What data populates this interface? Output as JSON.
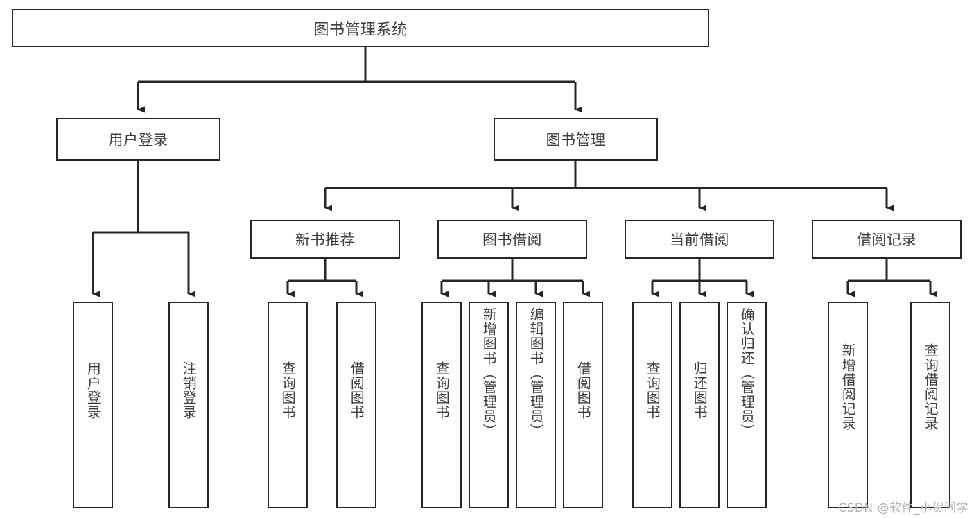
{
  "diagram": {
    "title": "图书管理系统",
    "type": "hierarchical-tree",
    "orientation": "top-down",
    "colors": {
      "node_border": "#262626",
      "node_fill": "#ffffff",
      "text": "#3d3d3d",
      "edge": "#262626",
      "watermark": "#b4b4b4",
      "background": "#ffffff"
    },
    "root": {
      "label": "图书管理系统"
    },
    "level2": [
      {
        "label": "用户登录"
      },
      {
        "label": "图书管理"
      }
    ],
    "level3": [
      {
        "label": "新书推荐"
      },
      {
        "label": "图书借阅"
      },
      {
        "label": "当前借阅"
      },
      {
        "label": "借阅记录"
      }
    ],
    "leaves_user_login": [
      {
        "label": "用户登录"
      },
      {
        "label": "注销登录"
      }
    ],
    "leaves_new_book": [
      {
        "label": "查询图书"
      },
      {
        "label": "借阅图书"
      }
    ],
    "leaves_borrow": [
      {
        "label": "查询图书"
      },
      {
        "label": "新增图书（管理员）"
      },
      {
        "label": "编辑图书（管理员）"
      },
      {
        "label": "借阅图书"
      }
    ],
    "leaves_current": [
      {
        "label": "查询图书"
      },
      {
        "label": "归还图书"
      },
      {
        "label": "确认归还（管理员）"
      }
    ],
    "leaves_records": [
      {
        "label": "新增借阅记录"
      },
      {
        "label": "查询借阅记录"
      }
    ],
    "watermark": "CSDN @软件_小贺同学"
  }
}
